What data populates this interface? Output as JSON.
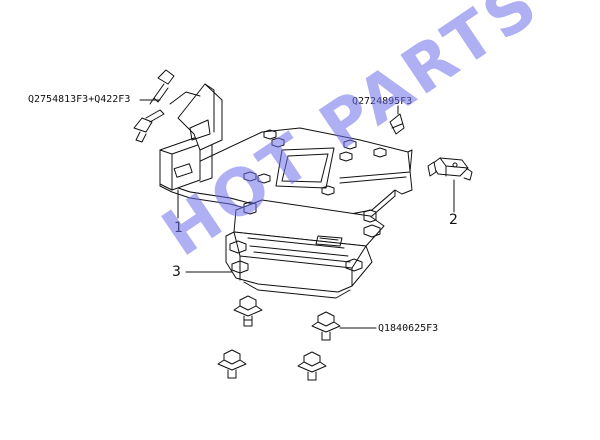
{
  "diagram": {
    "callouts": {
      "part_1": "1",
      "part_2": "2",
      "part_3": "3"
    },
    "part_numbers": {
      "clip_rivet": "Q2754813F3+Q422F3",
      "nut_clip": "Q2724895F3",
      "bolt": "Q1840625F3"
    },
    "watermark": "HOT PARTS"
  },
  "colors": {
    "line": "#111111",
    "watermark": "#6e6eeb"
  }
}
